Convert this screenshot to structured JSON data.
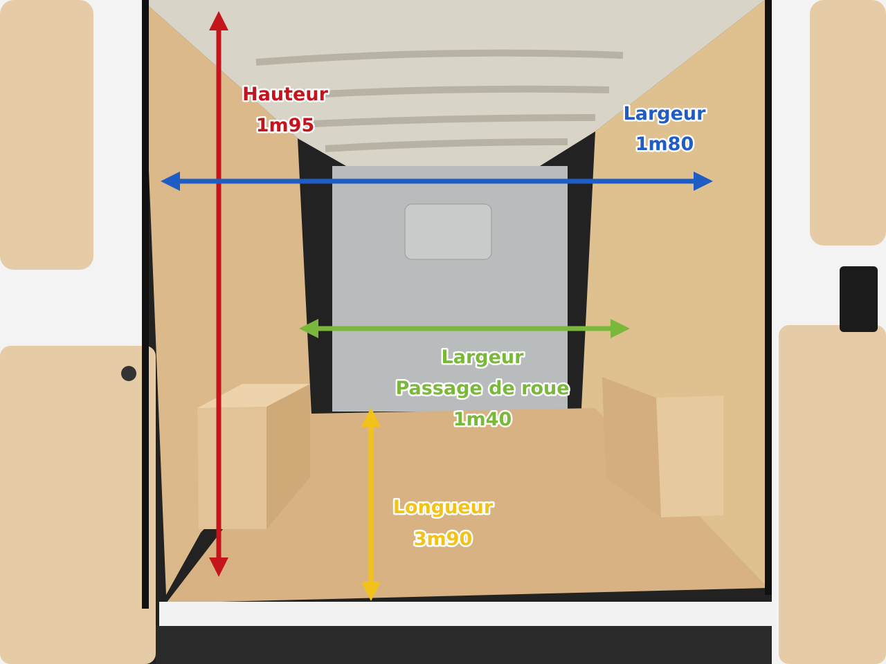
{
  "labels": {
    "height": {
      "title": "Hauteur",
      "value": "1m95",
      "color": "#c4141c"
    },
    "width": {
      "title": "Largeur",
      "value": "1m80",
      "color": "#1f5cc4"
    },
    "wheel_width": {
      "title": "Largeur",
      "subtitle": "Passage de roue",
      "value": "1m40",
      "color": "#7ab83c"
    },
    "length": {
      "title": "Longueur",
      "value": "3m90",
      "color": "#f2c21a"
    }
  }
}
